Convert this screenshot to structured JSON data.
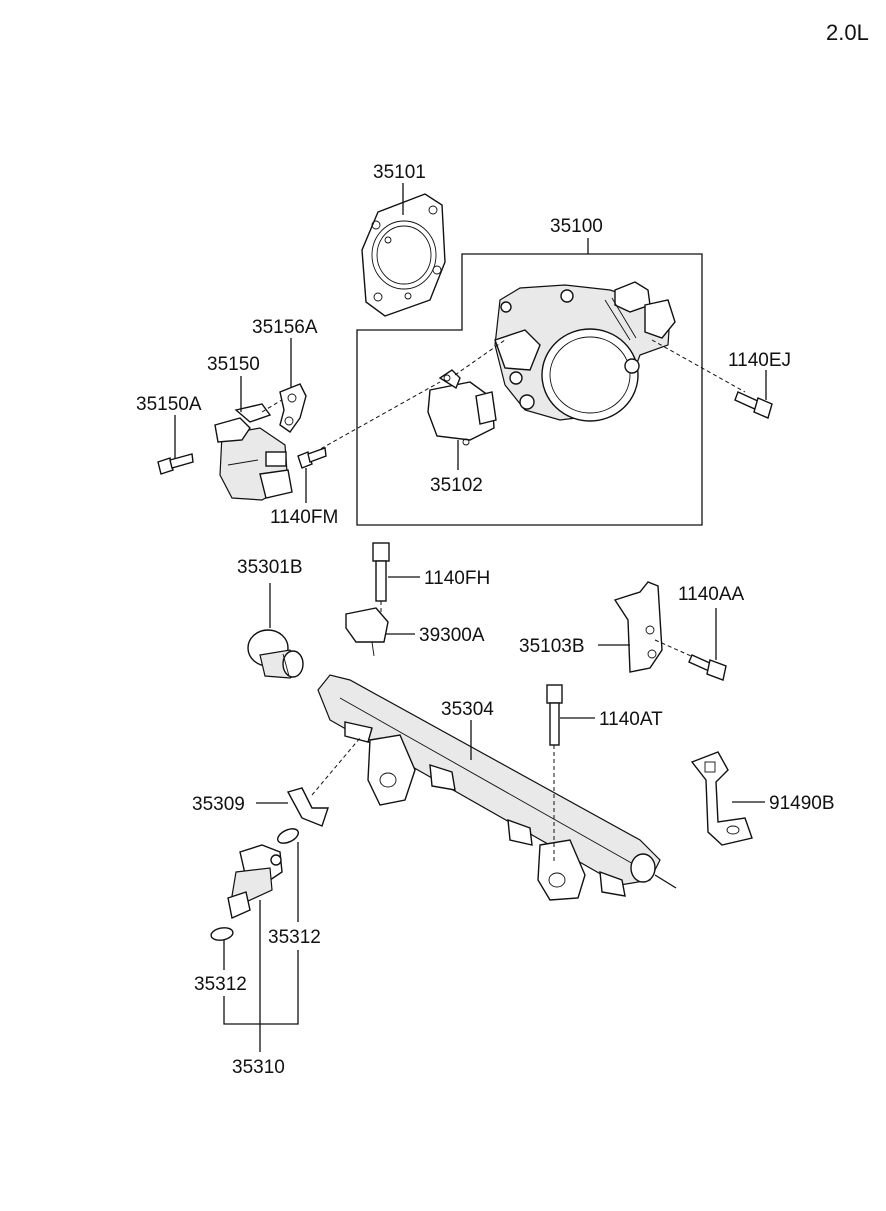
{
  "engine": "2.0L",
  "labels": {
    "p35101": "35101",
    "p35100": "35100",
    "p35156A": "35156A",
    "p35150": "35150",
    "p35150A": "35150A",
    "p1140EJ": "1140EJ",
    "p35102": "35102",
    "p1140FM": "1140FM",
    "p35301B": "35301B",
    "p1140FH": "1140FH",
    "p39300A": "39300A",
    "p1140AA": "1140AA",
    "p35103B": "35103B",
    "p35304": "35304",
    "p1140AT": "1140AT",
    "p35309": "35309",
    "p91490B": "91490B",
    "p35312a": "35312",
    "p35312b": "35312",
    "p35310": "35310"
  }
}
